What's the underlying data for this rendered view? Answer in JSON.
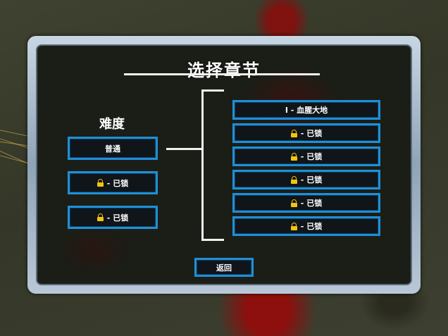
{
  "screen": {
    "title": "选择章节"
  },
  "difficulty": {
    "label": "难度",
    "options": [
      {
        "text": "普通",
        "locked": false
      },
      {
        "text": "- 已锁",
        "locked": true
      },
      {
        "text": "- 已锁",
        "locked": true
      }
    ]
  },
  "chapters": [
    {
      "text": "I - 血腥大地",
      "locked": false
    },
    {
      "text": "- 已锁",
      "locked": true
    },
    {
      "text": "- 已锁",
      "locked": true
    },
    {
      "text": "- 已锁",
      "locked": true
    },
    {
      "text": "- 已锁",
      "locked": true
    },
    {
      "text": "- 已锁",
      "locked": true
    }
  ],
  "back_button": {
    "label": "返回"
  },
  "colors": {
    "button_border": "#1f8fd6",
    "lock": "#f3c40f",
    "panel_bg": "#1b1e17"
  },
  "icons": {
    "lock": "lock-icon"
  }
}
